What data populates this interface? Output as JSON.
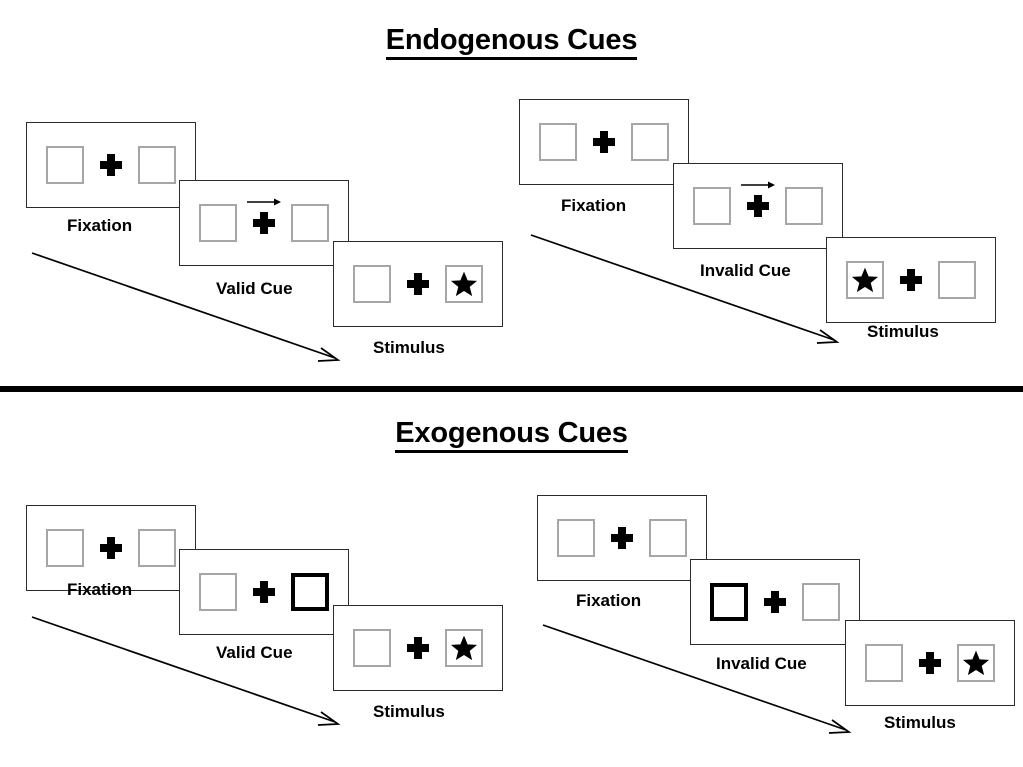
{
  "sections": [
    {
      "title": "Endogenous Cues",
      "columns": [
        {
          "name": "valid",
          "steps": [
            {
              "caption": "Fixation",
              "left_content": "empty",
              "right_content": "empty",
              "cue": "none",
              "arrow": "none"
            },
            {
              "caption": "Valid Cue",
              "left_content": "empty",
              "right_content": "empty",
              "cue": "none",
              "arrow": "right"
            },
            {
              "caption": "Stimulus",
              "left_content": "empty",
              "right_content": "star",
              "cue": "none",
              "arrow": "none"
            }
          ]
        },
        {
          "name": "invalid",
          "steps": [
            {
              "caption": "Fixation",
              "left_content": "empty",
              "right_content": "empty",
              "cue": "none",
              "arrow": "none"
            },
            {
              "caption": "Invalid Cue",
              "left_content": "empty",
              "right_content": "empty",
              "cue": "none",
              "arrow": "right"
            },
            {
              "caption": "Stimulus",
              "left_content": "star",
              "right_content": "empty",
              "cue": "none",
              "arrow": "none"
            }
          ]
        }
      ]
    },
    {
      "title": "Exogenous Cues",
      "columns": [
        {
          "name": "valid",
          "steps": [
            {
              "caption": "Fixation",
              "left_content": "empty",
              "right_content": "empty",
              "cue": "none",
              "arrow": "none"
            },
            {
              "caption": "Valid Cue",
              "left_content": "empty",
              "right_content": "empty",
              "cue": "right",
              "arrow": "none"
            },
            {
              "caption": "Stimulus",
              "left_content": "empty",
              "right_content": "star",
              "cue": "none",
              "arrow": "none"
            }
          ]
        },
        {
          "name": "invalid",
          "steps": [
            {
              "caption": "Fixation",
              "left_content": "empty",
              "right_content": "empty",
              "cue": "none",
              "arrow": "none"
            },
            {
              "caption": "Invalid Cue",
              "left_content": "empty",
              "right_content": "empty",
              "cue": "left",
              "arrow": "none"
            },
            {
              "caption": "Stimulus",
              "left_content": "empty",
              "right_content": "star",
              "cue": "none",
              "arrow": "none"
            }
          ]
        }
      ]
    }
  ],
  "icons": {
    "star": "star-icon",
    "plus": "fixation-cross-icon",
    "cue_arrow": "arrow-right-icon",
    "flow_arrow": "time-flow-arrow-icon"
  },
  "colors": {
    "ink": "#000000",
    "panel_border": "#2b2b2b",
    "box_border": "#a6a6a6",
    "cue_border": "#000000",
    "background": "#ffffff"
  }
}
